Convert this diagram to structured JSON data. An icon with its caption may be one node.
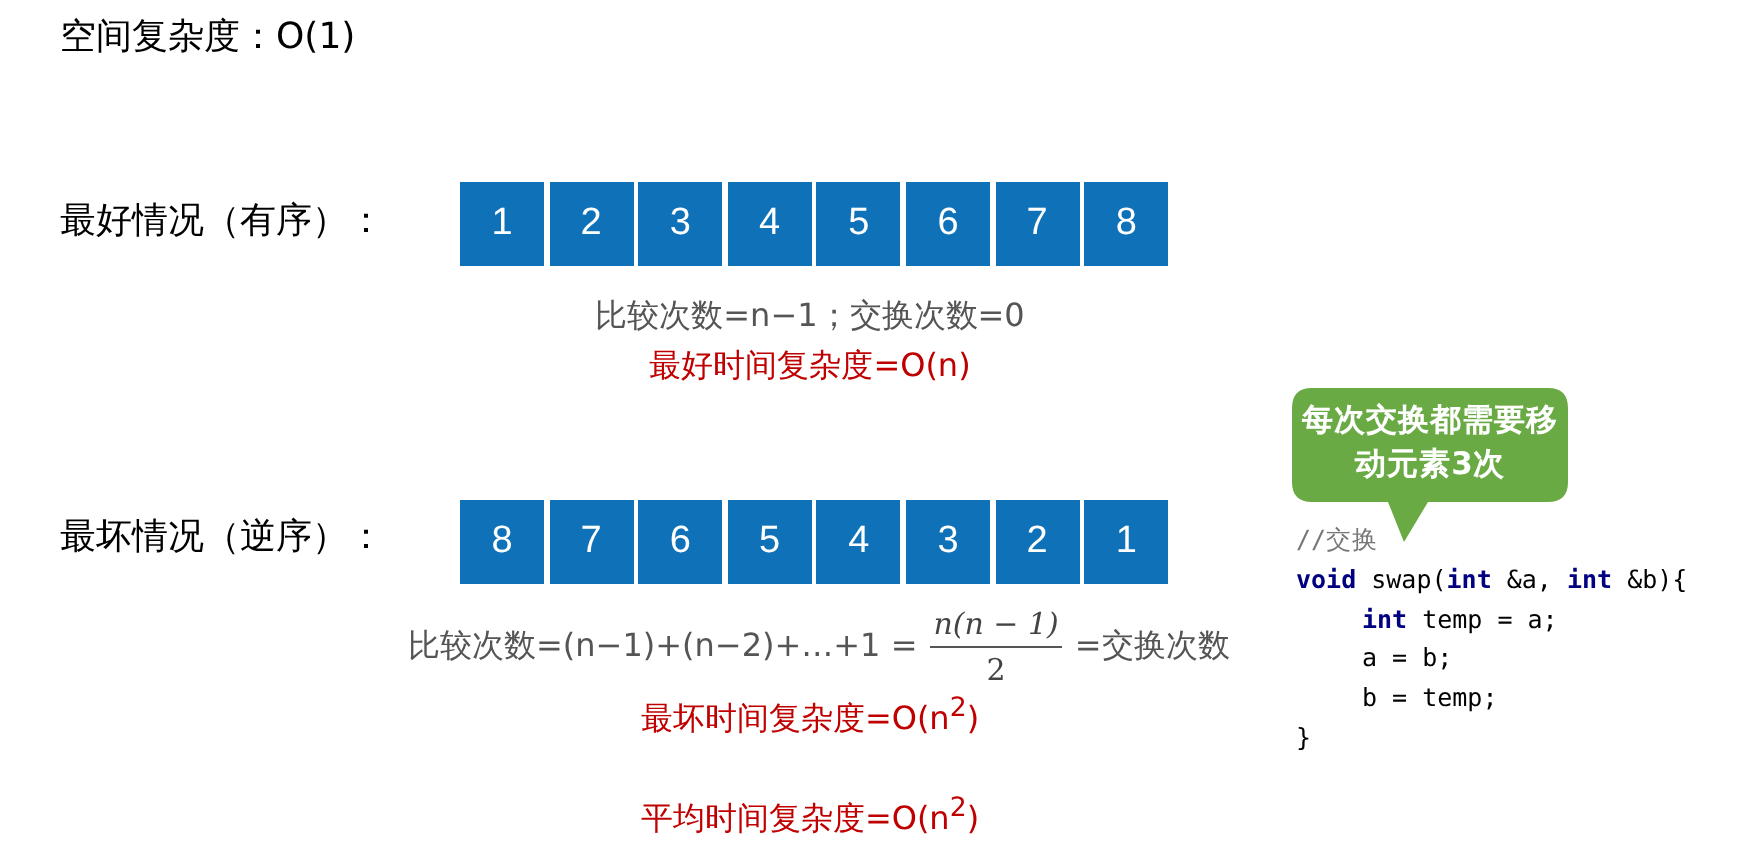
{
  "diagram": {
    "title": "空间复杂度：O(1)",
    "nodes": [
      {
        "text": [
          "1"
        ]
      },
      {
        "text": [
          "2"
        ]
      },
      {
        "text": [
          "3"
        ]
      },
      {
        "text": [
          "4"
        ]
      },
      {
        "text": [
          "5"
        ]
      },
      {
        "text": [
          "6"
        ]
      },
      {
        "text": [
          "7"
        ]
      },
      {
        "text": [
          "8"
        ]
      },
      {
        "text": [
          "8"
        ]
      },
      {
        "text": [
          "7"
        ]
      },
      {
        "text": [
          "6"
        ]
      },
      {
        "text": [
          "5"
        ]
      },
      {
        "text": [
          "4"
        ]
      },
      {
        "text": [
          "3"
        ]
      },
      {
        "text": [
          "2"
        ]
      },
      {
        "text": [
          "1"
        ]
      },
      {
        "text": [
          "每次交换都需要移动元素3次"
        ]
      }
    ],
    "labels": [
      "最好情况（有序）：",
      "比较次数=n−1；交换次数=0",
      "最好时间复杂度=O(n)",
      "最坏情况（逆序）：",
      "比较次数=(n−1)+(n−2)+…+1 =",
      "n(n − 1)",
      "2",
      "=交换次数",
      "最坏时间复杂度=O(n$^{2}$)",
      "平均时间复杂度=O(n$^{2}$)",
      "//交换",
      "**void** swap(**int** &a, **int** &b){",
      "**int** temp = a;",
      "a = b;",
      "b = temp;",
      "}"
    ]
  }
}
